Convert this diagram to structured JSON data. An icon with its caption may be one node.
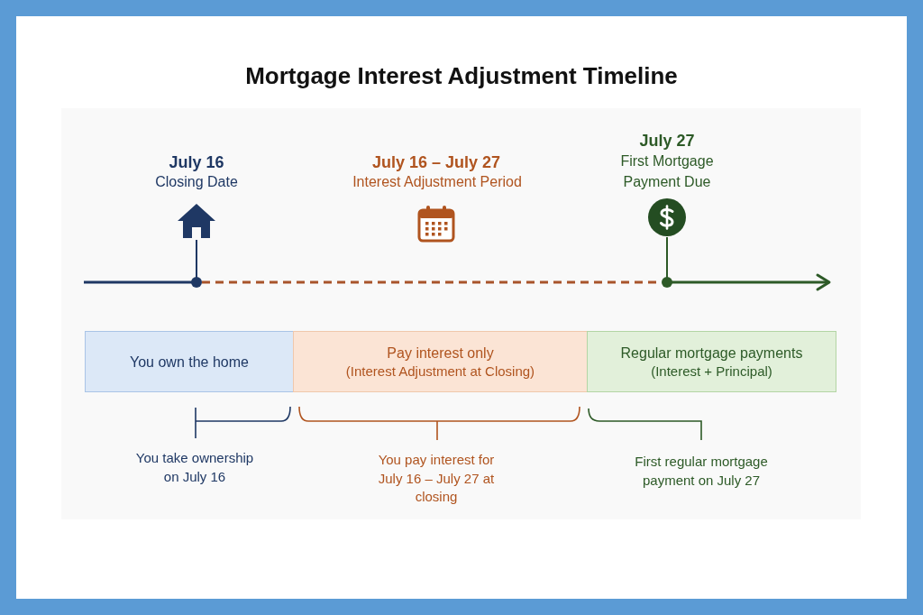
{
  "diagram": {
    "title": "Mortgage Interest Adjustment Timeline",
    "nodes": [
      {
        "text": [
          "You own the home"
        ]
      },
      {
        "text": [
          "Pay interest only",
          "(Interest Adjustment at Closing)"
        ]
      },
      {
        "text": [
          "Regular mortgage payments",
          "(Interest + Principal)"
        ]
      }
    ],
    "labels": [
      "July 16",
      "Closing Date",
      "July 16 – July 27",
      "Interest Adjustment Period",
      "July 27",
      "First Mortgage Payment Due",
      "You take ownership on July 16",
      "You pay interest for July 16 – July 27 at closing",
      "First regular mortgage payment on July 27"
    ]
  }
}
